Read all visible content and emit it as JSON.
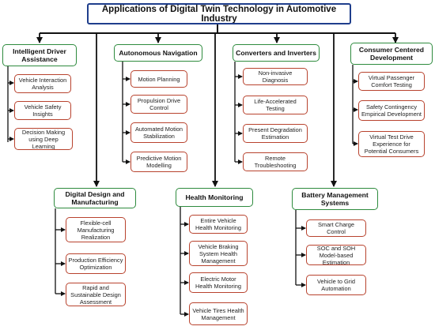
{
  "title": "Applications of Digital Twin Technology in Automotive Industry",
  "categories": [
    {
      "label": "Intelligent Driver Assistance",
      "items": [
        "Vehicle Interaction Analysis",
        "Vehicle Safety Insights",
        "Decision Making using Deep Learning"
      ]
    },
    {
      "label": "Autonomous Navigation",
      "items": [
        "Motion Planning",
        "Propulsion Drive Control",
        "Automated Motion Stabilization",
        "Predictive Motion Modelling"
      ]
    },
    {
      "label": "Converters and Inverters",
      "items": [
        "Non-invasive Diagnosis",
        "Life-Accelerated Testing",
        "Present Degradation Estimation",
        "Remote Troubleshooting"
      ]
    },
    {
      "label": "Consumer Centered Development",
      "items": [
        "Virtual Passenger Comfort Testing",
        "Safety Contingency Empirical Development",
        "Virtual Test Drive Experience for Potential Consumers"
      ]
    },
    {
      "label": "Digital Design and Manufacturing",
      "items": [
        "Flexible-cell Manufacturing Realization",
        "Production Efficiency Optimization",
        "Rapid and Sustainable Design Assessment"
      ]
    },
    {
      "label": "Health Monitoring",
      "items": [
        "Entire Vehicle Health Monitoring",
        "Vehicle Braking System Health Management",
        "Electric Motor Health Monitoring",
        "Vehicle Tires Health Management"
      ]
    },
    {
      "label": "Battery Management Systems",
      "items": [
        "Smart Charge Control",
        "SOC and SOH Model-based Estimation",
        "Vehicle to Grid Automation"
      ]
    }
  ]
}
